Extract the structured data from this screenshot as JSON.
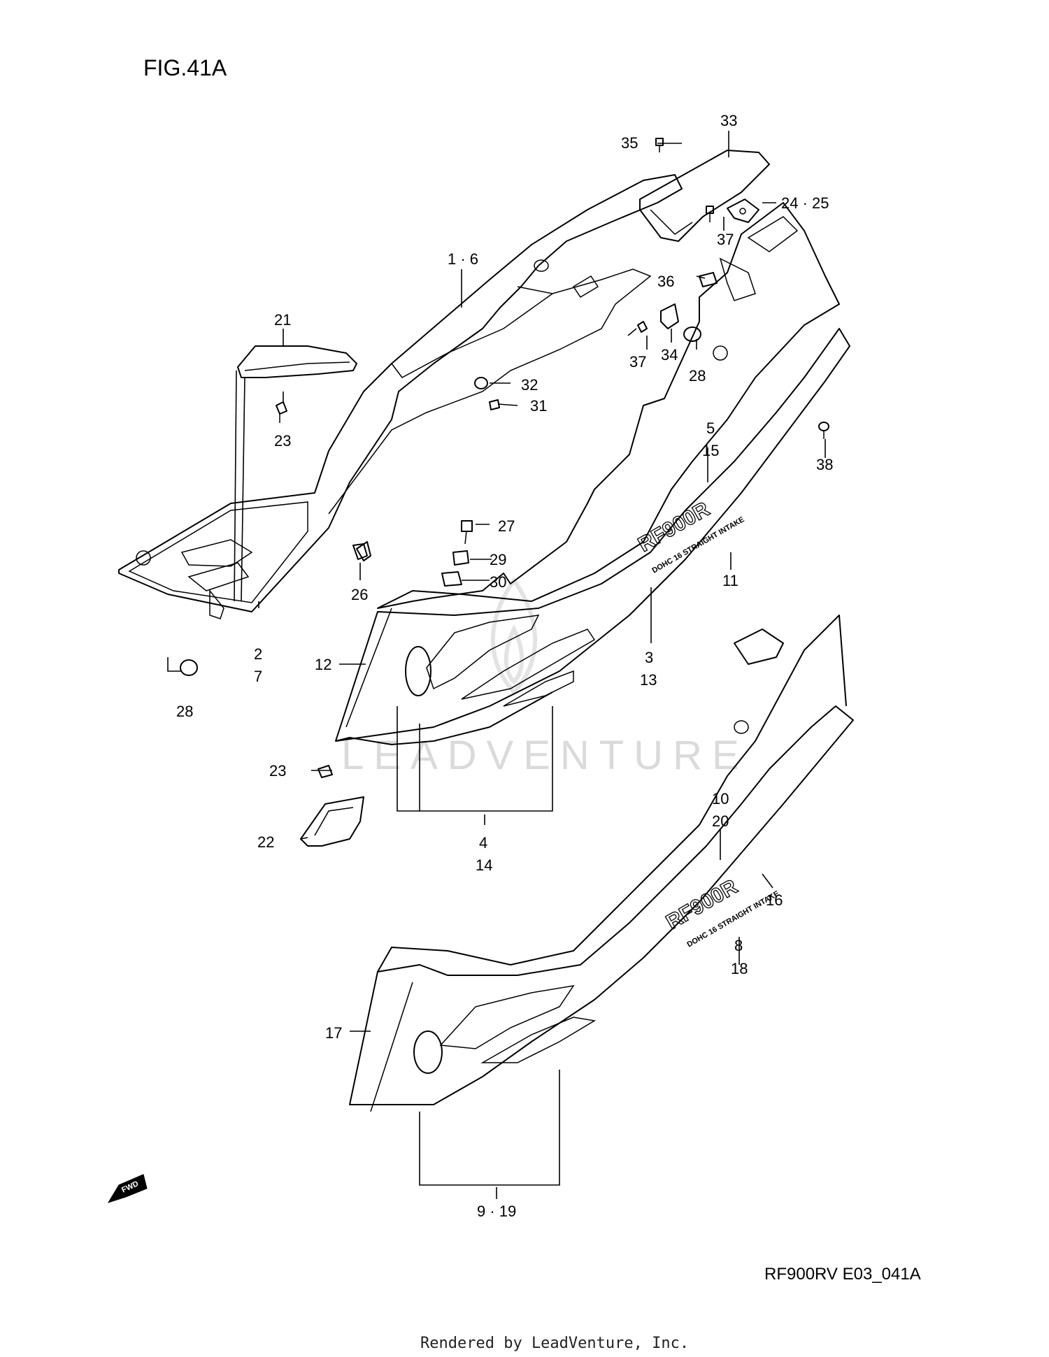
{
  "figure_title": "FIG.41A",
  "drawing_code": "RF900RV E03_041A",
  "footer": "Rendered by LeadVenture, Inc.",
  "watermark": "LEADVENTURE",
  "decal_main": "RF900R",
  "decal_sub": "DOHC 16 STRAIGHT INTAKE",
  "fwd_label": "FWD",
  "callouts": {
    "c33": "33",
    "c35": "35",
    "c24_25": "24 · 25",
    "c37a": "37",
    "c36": "36",
    "c37b": "37",
    "c34": "34",
    "c28a": "28",
    "c1_6": "1 · 6",
    "c21": "21",
    "c23a": "23",
    "c32": "32",
    "c31": "31",
    "c5": "5",
    "c15": "15",
    "c38": "38",
    "c27": "27",
    "c29": "29",
    "c30": "30",
    "c26": "26",
    "c11": "11",
    "c2": "2",
    "c7": "7",
    "c3": "3",
    "c13": "13",
    "c12": "12",
    "c28b": "28",
    "c23b": "23",
    "c22": "22",
    "c4": "4",
    "c14": "14",
    "c10": "10",
    "c20": "20",
    "c16": "16",
    "c8": "8",
    "c18": "18",
    "c17": "17",
    "c9_19": "9 · 19"
  }
}
